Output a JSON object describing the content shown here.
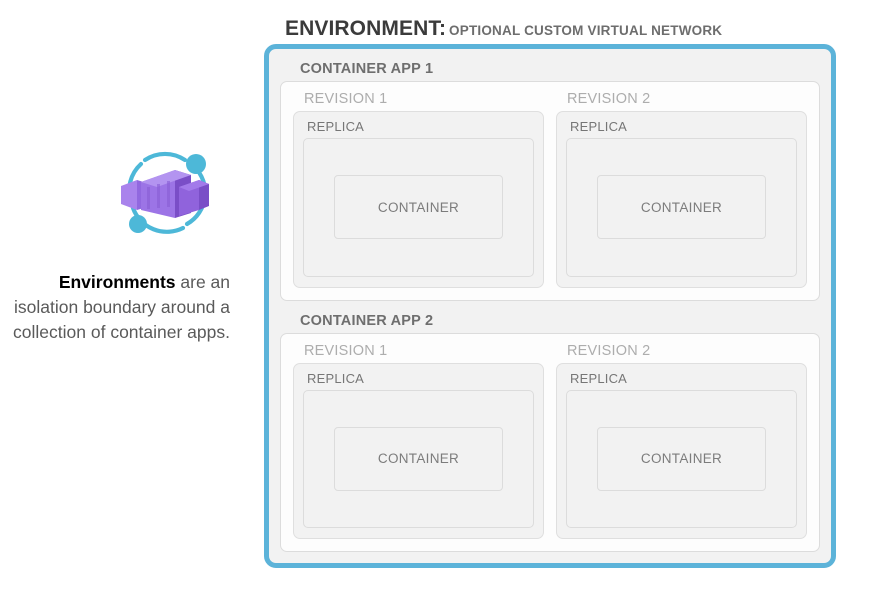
{
  "header": {
    "title_main": "ENVIRONMENT:",
    "title_sub": "OPTIONAL CUSTOM VIRTUAL NETWORK"
  },
  "caption": {
    "bold_lead": "Environments",
    "rest": " are an isolation boundary around a collection of container apps."
  },
  "icon": {
    "name": "azure-container-apps-icon",
    "purple_light": "#a983ec",
    "purple_mid": "#8f5fd8",
    "purple_dark": "#7a4ec7",
    "accent_cyan": "#4db8d8"
  },
  "colors": {
    "environment_border": "#5cb3d9",
    "panel_bg": "#f2f2f2",
    "app_panel_bg": "#fdfdfd",
    "box_border": "#dcdcdc",
    "app_label": "#6e6e6e",
    "revision_label": "#adadad",
    "replica_label": "#767676",
    "container_label": "#7c7c7c"
  },
  "environment": {
    "apps": [
      {
        "label": "CONTAINER APP 1",
        "revisions": [
          {
            "label": "REVISION 1",
            "replica_label": "REPLICA",
            "container_label": "CONTAINER"
          },
          {
            "label": "REVISION 2",
            "replica_label": "REPLICA",
            "container_label": "CONTAINER"
          }
        ]
      },
      {
        "label": "CONTAINER APP 2",
        "revisions": [
          {
            "label": "REVISION 1",
            "replica_label": "REPLICA",
            "container_label": "CONTAINER"
          },
          {
            "label": "REVISION 2",
            "replica_label": "REPLICA",
            "container_label": "CONTAINER"
          }
        ]
      }
    ]
  }
}
